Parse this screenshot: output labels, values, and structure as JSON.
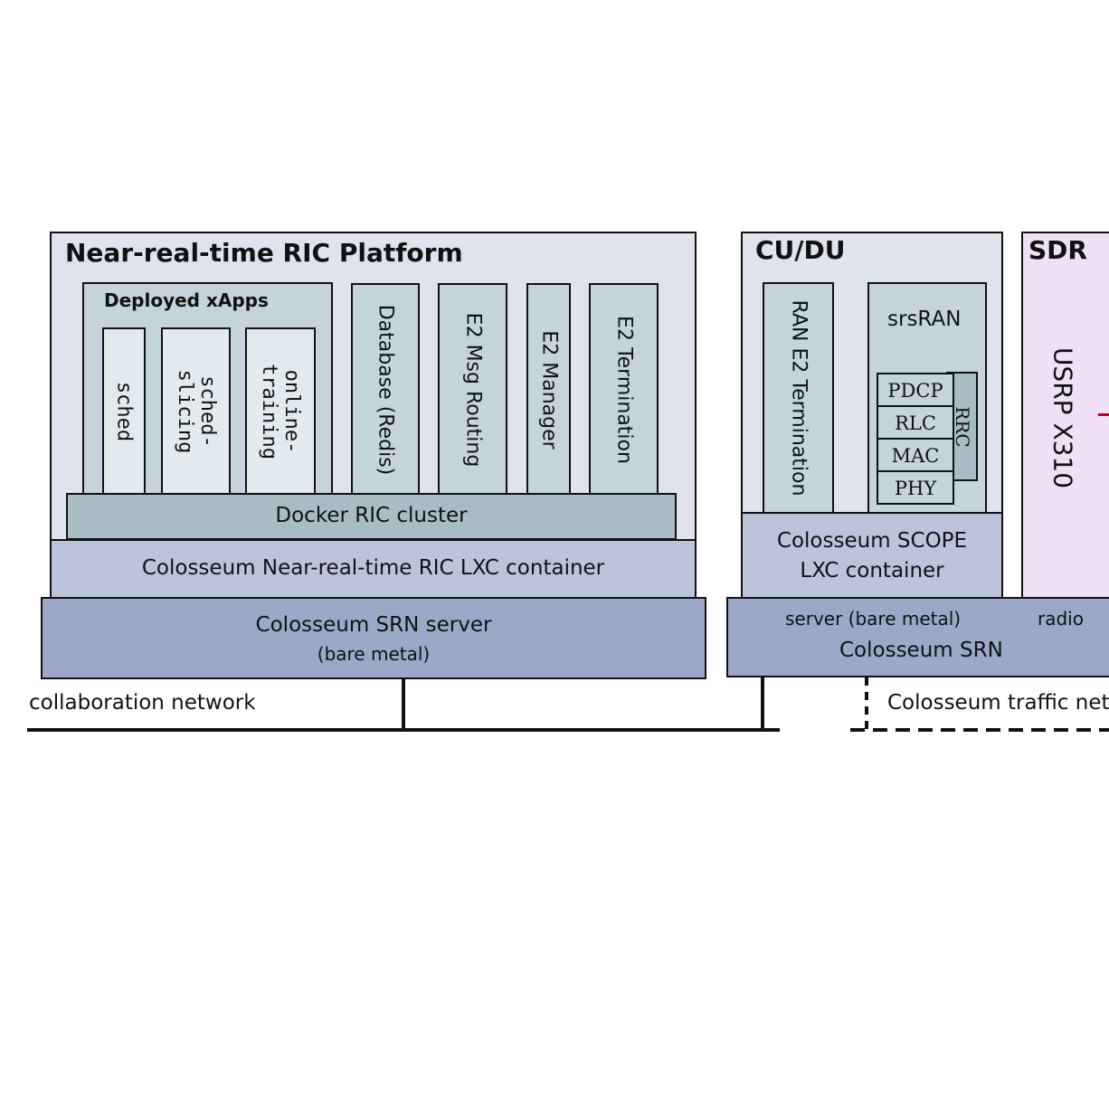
{
  "ric": {
    "title": "Near-real-time RIC Platform",
    "xapps_title": "Deployed xApps",
    "xapps": [
      "sched",
      "sched-\nslicing",
      "online-\ntraining"
    ],
    "components": [
      "Database (Redis)",
      "E2 Msg Routing",
      "E2 Manager",
      "E2 Termination"
    ],
    "docker": "Docker RIC cluster",
    "lxc": "Colosseum Near-real-time RIC LXC container",
    "server_line1": "Colosseum SRN server",
    "server_line2": "(bare metal)"
  },
  "cudu": {
    "title": "CU/DU",
    "ran_e2": "RAN E2 Termination",
    "srsran": "srsRAN",
    "layers": [
      "PDCP",
      "RLC",
      "MAC",
      "PHY"
    ],
    "rrc": "RRC",
    "lxc_line1": "Colosseum SCOPE",
    "lxc_line2": "LXC container"
  },
  "sdr": {
    "title": "SDR",
    "device": "USRP X310"
  },
  "srn": {
    "server": "server (bare metal)",
    "radio": "radio",
    "title": "Colosseum SRN"
  },
  "networks": {
    "collaboration": "collaboration network",
    "traffic": "Colosseum traffic network"
  },
  "colors": {
    "panel_light": "#dfe3ee",
    "xapp_container": "#c4d4da",
    "xapp": "#e3eaef",
    "docker": "#a8bcc4",
    "lxc": "#bcc4dc",
    "server": "#9ca8c8",
    "sdr": "#efe0f6",
    "link": "#c0001a"
  }
}
